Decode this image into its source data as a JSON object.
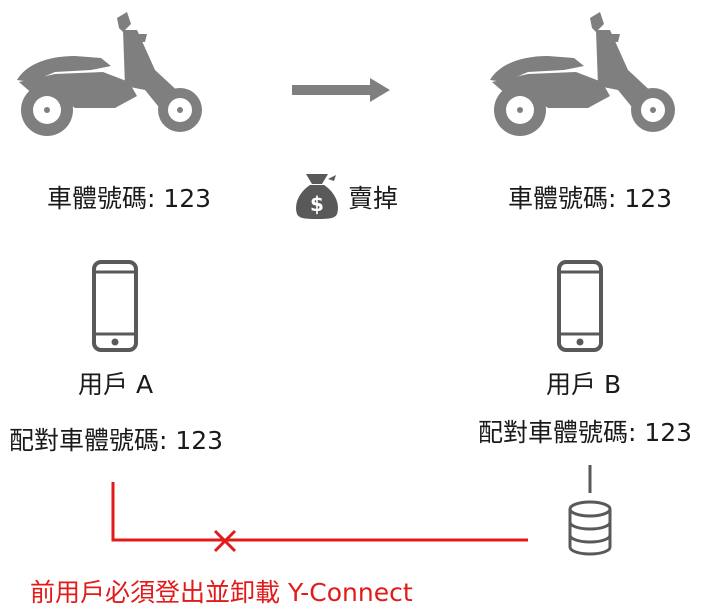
{
  "left_vehicle": {
    "label": "車體號碼: 123",
    "icon": "scooter-icon"
  },
  "right_vehicle": {
    "label": "車體號碼: 123",
    "icon": "scooter-icon"
  },
  "transfer": {
    "label": "賣掉",
    "icon": "money-bag-icon",
    "arrow": "right-arrow-icon"
  },
  "user_a": {
    "name": "用戶 A",
    "pair_label": "配對車體號碼: 123",
    "icon": "smartphone-icon"
  },
  "user_b": {
    "name": "用戶 B",
    "pair_label": "配對車體號碼: 123",
    "icon": "smartphone-icon"
  },
  "server": {
    "icon": "database-icon"
  },
  "blocked_connection": {
    "icon": "cross-mark-icon",
    "color": "#e21a1a"
  },
  "note": {
    "text": "前用戶必須登出並卸載 Y-Connect",
    "color": "#e21a1a"
  },
  "colors": {
    "icon_gray": "#7f7f7f",
    "icon_dark": "#595959",
    "line_gray": "#595959"
  }
}
